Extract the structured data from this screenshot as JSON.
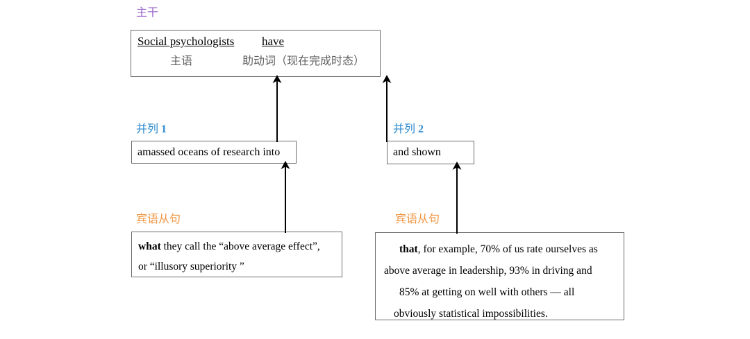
{
  "diagram": {
    "title_tags": {
      "main": "主干",
      "parallel_1": "并列 1",
      "parallel_2": "并列 2",
      "object_clause_1": "宾语从句",
      "object_clause_2": "宾语从句"
    },
    "colors": {
      "main_tag": "#9966cc",
      "parallel_tag": "#2e8bd0",
      "object_tag": "#f0943f",
      "box_border": "#6b6b6b",
      "gloss_text": "#606060",
      "arrow": "#000000"
    },
    "main_box": {
      "subject_en": "Social psychologists",
      "aux_en": "have",
      "subject_cn": "主语",
      "aux_cn": "助动词（现在完成时态）"
    },
    "parallel_1_box": {
      "text": "amassed oceans of research into"
    },
    "parallel_2_box": {
      "text": "and shown"
    },
    "object_clause_1_box": {
      "keyword": "what",
      "line_1_rest": " they call the “above average effect”,",
      "line_2": "or “illusory superiority ”"
    },
    "object_clause_2_box": {
      "keyword": "that",
      "line_1_rest": ", for example, 70% of us rate ourselves as",
      "line_2": "above average in leadership, 93% in driving and",
      "line_3": "85% at getting on well with others — all",
      "line_4": "obviously statistical impossibilities."
    }
  }
}
